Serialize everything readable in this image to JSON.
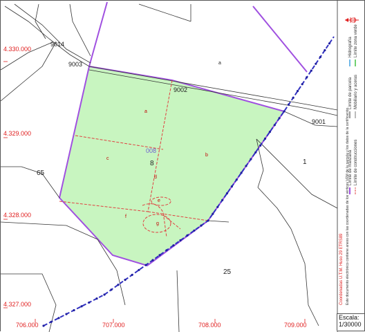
{
  "map": {
    "coordinates": {
      "x_ticks": [
        "706.000",
        "707.000",
        "708.000",
        "709.000"
      ],
      "y_ticks": [
        "4.330.000",
        "4.329.000",
        "4.328.000",
        "4.327.000"
      ]
    },
    "parcels": {
      "main": "8",
      "ref": "008",
      "p65": "65",
      "p1": "1",
      "p25": "25"
    },
    "subparcels": [
      "a",
      "b",
      "c",
      "d",
      "e",
      "f",
      "g"
    ],
    "roads": {
      "r9014": "9014",
      "r9003": "9003",
      "r9002": "9002",
      "r9001": "9001"
    },
    "dot_label": "a",
    "colors": {
      "parcel_fill": "#c8f5c0",
      "parcel_border": "#a050e0",
      "zone_line": "#3030c0",
      "construction_line": "#e04040",
      "coordinate_text": "#e02020"
    }
  },
  "legend": {
    "items": [
      "Límite de manzana",
      "Límite de construcciones",
      "Límite de parcela",
      "Mobiliario y aceras",
      "Hidrografía",
      "Límite zona verde"
    ],
    "coords_note": "Coordenadas U.T.M. Huso 29 ETRS89",
    "doc_note": "Este documento electrónico contiene anexo con las coordenadas de los vértices VFM de la parcela y los datos de la certificación."
  },
  "scale": {
    "label": "Escala:",
    "value": "1/30000"
  }
}
